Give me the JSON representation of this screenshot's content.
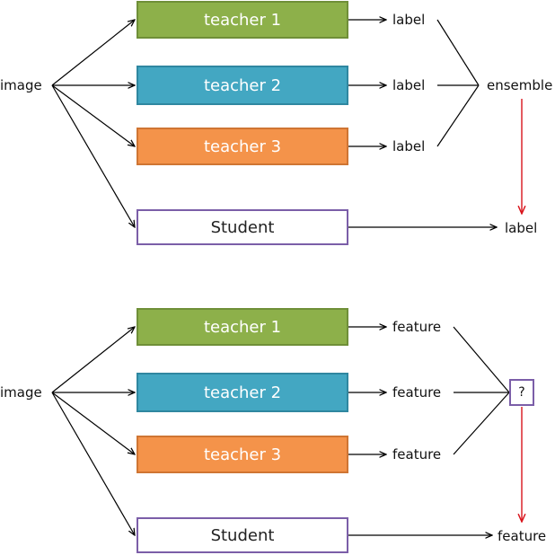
{
  "top": {
    "input_label": "image",
    "teachers": [
      "teacher 1",
      "teacher 2",
      "teacher 3"
    ],
    "teacher_outputs": [
      "label",
      "label",
      "label"
    ],
    "combiner_label": "ensemble",
    "student_label": "Student",
    "student_output": "label"
  },
  "bottom": {
    "input_label": "image",
    "teachers": [
      "teacher 1",
      "teacher 2",
      "teacher 3"
    ],
    "teacher_outputs": [
      "feature",
      "feature",
      "feature"
    ],
    "combiner_label": "?",
    "student_label": "Student",
    "student_output": "feature"
  },
  "colors": {
    "teacher_1": "#8db04a",
    "teacher_2": "#43a7c2",
    "teacher_3": "#f4934a",
    "student_border": "#7b5ea8",
    "arrow": "#000000",
    "highlight_arrow": "#d9141c"
  }
}
